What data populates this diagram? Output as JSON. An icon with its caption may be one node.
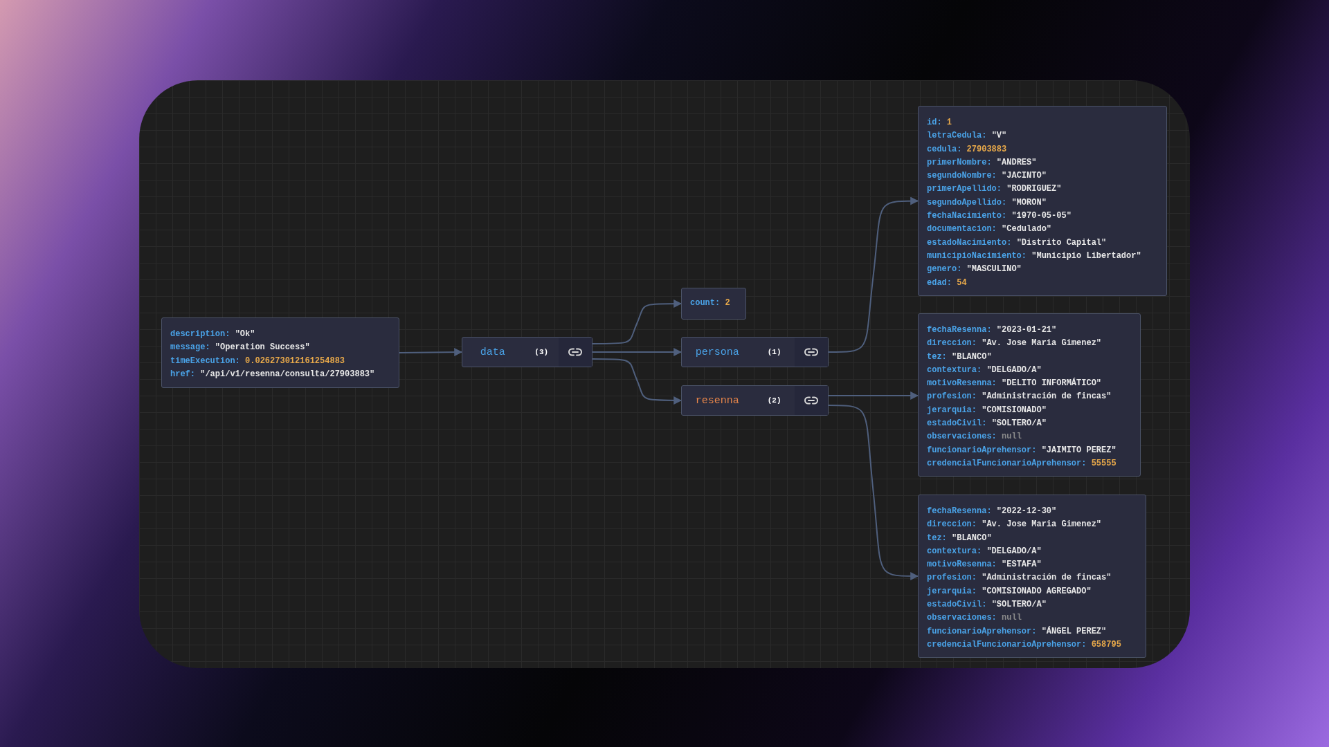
{
  "diagram": {
    "nodes": [
      {
        "text": [
          "description: \"Ok\"",
          "message: \"Operation Success\"",
          "timeExecution: 0.026273012161254883",
          "href: \"/api/v1/resenna/consulta/27903883\""
        ]
      },
      {
        "text": [
          "data",
          "(3)"
        ]
      },
      {
        "text": [
          "count: 2"
        ]
      },
      {
        "text": [
          "persona",
          "(1)"
        ]
      },
      {
        "text": [
          "resenna",
          "(2)"
        ]
      },
      {
        "text": [
          "id: 1",
          "letraCedula: \"V\"",
          "cedula: 27903883",
          "primerNombre: \"ANDRES\"",
          "segundoNombre: \"JACINTO\"",
          "primerApellido: \"RODRIGUEZ\"",
          "segundoApellido: \"MORON\"",
          "fechaNacimiento: \"1970-05-05\"",
          "documentacion: \"Cedulado\"",
          "estadoNacimiento: \"Distrito Capital\"",
          "municipioNacimiento: \"Municipio Libertador\"",
          "genero: \"MASCULINO\"",
          "edad: 54"
        ]
      },
      {
        "text": [
          "fechaResenna: \"2023-01-21\"",
          "direccion: \"Av. Jose Maria Gimenez\"",
          "tez: \"BLANCO\"",
          "contextura: \"DELGADO/A\"",
          "motivoResenna: \"DELITO INFORMÁTICO\"",
          "profesion: \"Administración de fincas\"",
          "jerarquia: \"COMISIONADO\"",
          "estadoCivil: \"SOLTERO/A\"",
          "observaciones: null",
          "funcionarioAprehensor: \"JAIMITO PEREZ\"",
          "credencialFuncionarioAprehensor: 55555"
        ]
      },
      {
        "text": [
          "fechaResenna: \"2022-12-30\"",
          "direccion: \"Av. Jose Maria Gimenez\"",
          "tez: \"BLANCO\"",
          "contextura: \"DELGADO/A\"",
          "motivoResenna: \"ESTAFA\"",
          "profesion: \"Administración de fincas\"",
          "jerarquia: \"COMISIONADO AGREGADO\"",
          "estadoCivil: \"SOLTERO/A\"",
          "observaciones: null",
          "funcionarioAprehensor: \"ÁNGEL PEREZ\"",
          "credencialFuncionarioAprehensor: 658795"
        ]
      }
    ],
    "edges": [
      {
        "from": 0,
        "to": 1,
        "arrow": "to"
      },
      {
        "from": 1,
        "to": 2,
        "arrow": "to"
      },
      {
        "from": 1,
        "to": 3,
        "arrow": "to"
      },
      {
        "from": 1,
        "to": 4,
        "arrow": "to"
      },
      {
        "from": 3,
        "to": 5,
        "arrow": "to"
      },
      {
        "from": 4,
        "to": 6,
        "arrow": "to"
      },
      {
        "from": 4,
        "to": 7,
        "arrow": "to"
      }
    ]
  }
}
